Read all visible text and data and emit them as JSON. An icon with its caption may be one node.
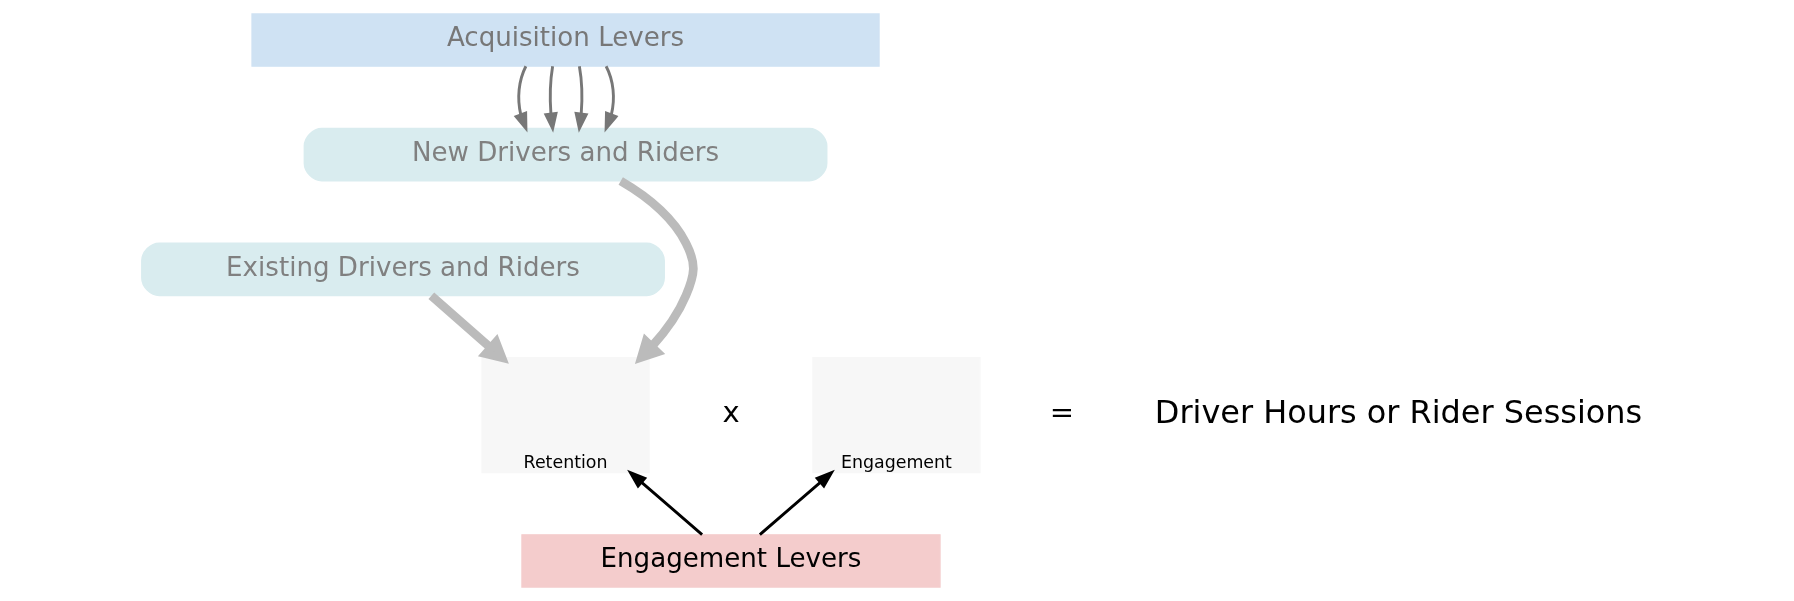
{
  "diagram": {
    "nodes": [
      {
        "text": [
          "Acquisition Levers"
        ]
      },
      {
        "text": [
          "New Drivers and Riders"
        ]
      },
      {
        "text": [
          "Existing Drivers and Riders"
        ]
      },
      {
        "text": [
          "Retention"
        ]
      },
      {
        "text": [
          "Engagement"
        ]
      },
      {
        "text": [
          "Engagement Levers"
        ]
      }
    ],
    "edges": [
      {
        "from": 0,
        "to": 1,
        "arrow": "to",
        "color": "#777777"
      },
      {
        "from": 0,
        "to": 1,
        "arrow": "to",
        "color": "#777777"
      },
      {
        "from": 0,
        "to": 1,
        "arrow": "to",
        "color": "#777777"
      },
      {
        "from": 0,
        "to": 1,
        "arrow": "to",
        "color": "#777777"
      },
      {
        "from": 1,
        "to": 3,
        "arrow": "to",
        "style": "thick",
        "color": "#bbbbbb"
      },
      {
        "from": 2,
        "to": 3,
        "arrow": "to",
        "style": "thick",
        "color": "#bbbbbb"
      },
      {
        "from": 5,
        "to": 3,
        "arrow": "to",
        "color": "#000000"
      },
      {
        "from": 5,
        "to": 4,
        "arrow": "to",
        "color": "#000000"
      }
    ],
    "labels": [
      "x",
      "=",
      "Driver Hours or Rider Sessions"
    ]
  }
}
